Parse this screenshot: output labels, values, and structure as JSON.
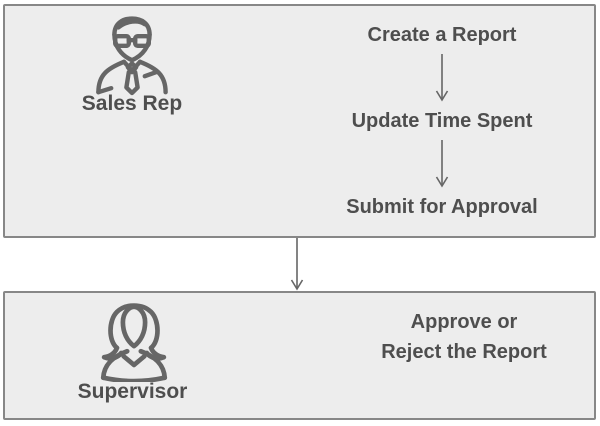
{
  "colors": {
    "background": "#ffffff",
    "lane_fill": "#ededed",
    "lane_border": "#878787",
    "text": "#4e4e4e",
    "icon_stroke": "#666666",
    "arrow": "#666666"
  },
  "lanes": [
    {
      "actor_label": "Sales Rep",
      "actor_icon": "businessman-icon",
      "steps": [
        {
          "lines": [
            "Create a Report"
          ]
        },
        {
          "lines": [
            "Update Time Spent"
          ]
        },
        {
          "lines": [
            "Submit for Approval"
          ]
        }
      ]
    },
    {
      "actor_label": "Supervisor",
      "actor_icon": "businesswoman-icon",
      "steps": [
        {
          "lines": [
            "Approve or",
            "Reject the Report"
          ]
        }
      ]
    }
  ]
}
